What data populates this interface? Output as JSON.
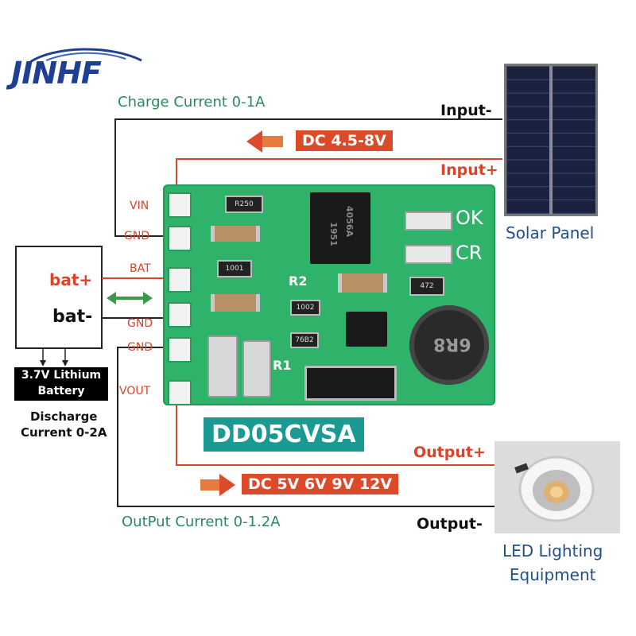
{
  "logo": {
    "text": "JINHF"
  },
  "charge_current": "Charge Current 0-1A",
  "input_minus": "Input-",
  "input_plus": "Input+",
  "input_voltage": "DC 4.5-8V",
  "solar_panel": "Solar Panel",
  "pins": [
    "VIN",
    "GND",
    "BAT",
    "GND",
    "GND",
    "VOUT"
  ],
  "battery": {
    "plus": "bat+",
    "minus": "bat-",
    "label_line1": "3.7V Lithium",
    "label_line2": "Battery",
    "discharge_line1": "Discharge",
    "discharge_line2": "Current 0-2A"
  },
  "board": {
    "model": "DD05CVSA",
    "ok": "OK",
    "cr": "CR",
    "r2": "R2",
    "r1": "R1",
    "chip_marking_1": "4056A",
    "chip_marking_2": "1951",
    "inductor_marking": "6R8",
    "res_marks": [
      "R250",
      "1001",
      "1002",
      "76B2",
      "472"
    ]
  },
  "output_plus": "Output+",
  "output_minus": "Output-",
  "output_voltage": "DC 5V 6V 9V 12V",
  "output_current": "OutPut Current 0-1.2A",
  "led_line1": "LED Lighting",
  "led_line2": "Equipment",
  "colors": {
    "red": "#dc4a2a",
    "green_text": "#2a8a5a",
    "teal": "#1b9a93",
    "pcb": "#2fb26a"
  }
}
